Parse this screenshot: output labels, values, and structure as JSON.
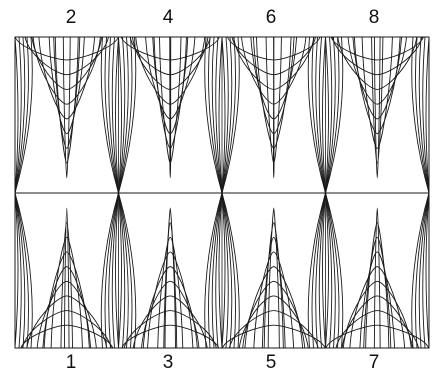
{
  "top_labels": [
    "2",
    "4",
    "6",
    "8"
  ],
  "bottom_labels": [
    "1",
    "3",
    "5",
    "7"
  ],
  "colors": {
    "line": "#1a1a1a",
    "background": "#ffffff"
  }
}
